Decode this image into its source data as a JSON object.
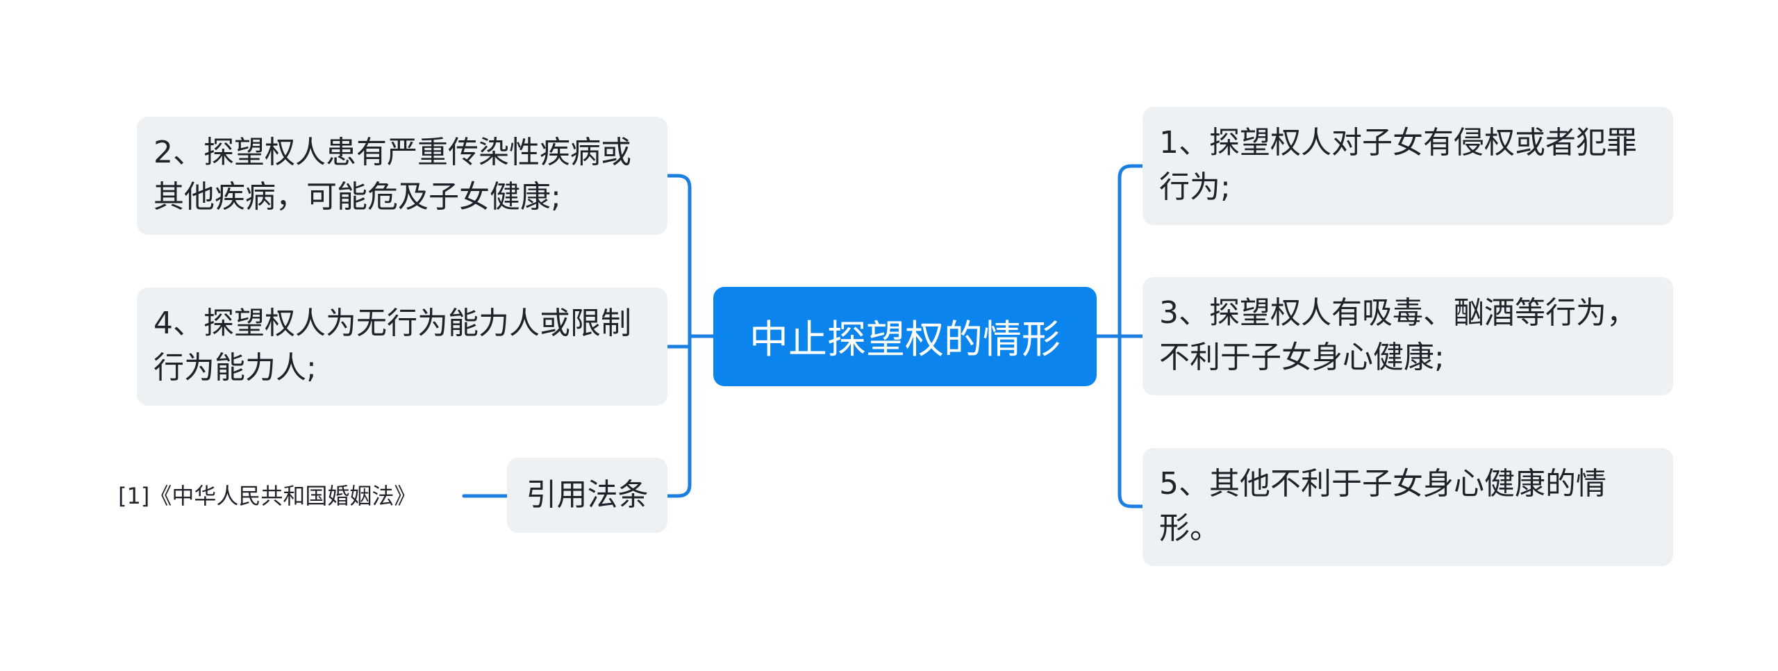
{
  "mindmap": {
    "root": "中止探望权的情形",
    "left": [
      "2、探望权人患有严重传染性疾病或其他疾病，可能危及子女健康;",
      "4、探望权人为无行为能力人或限制行为能力人;",
      "引用法条"
    ],
    "right": [
      "1、探望权人对子女有侵权或者犯罪行为;",
      "3、探望权人有吸毒、酗酒等行为，不利于子女身心健康;",
      "5、其他不利于子女身心健康的情形。"
    ],
    "reference": "[1]《中华人民共和国婚姻法》"
  },
  "colors": {
    "root_background": "#0b84ee",
    "root_text": "#ffffff",
    "node_background": "#eef1f4",
    "node_text": "#1f2329",
    "connector": "#1a7fe0"
  }
}
